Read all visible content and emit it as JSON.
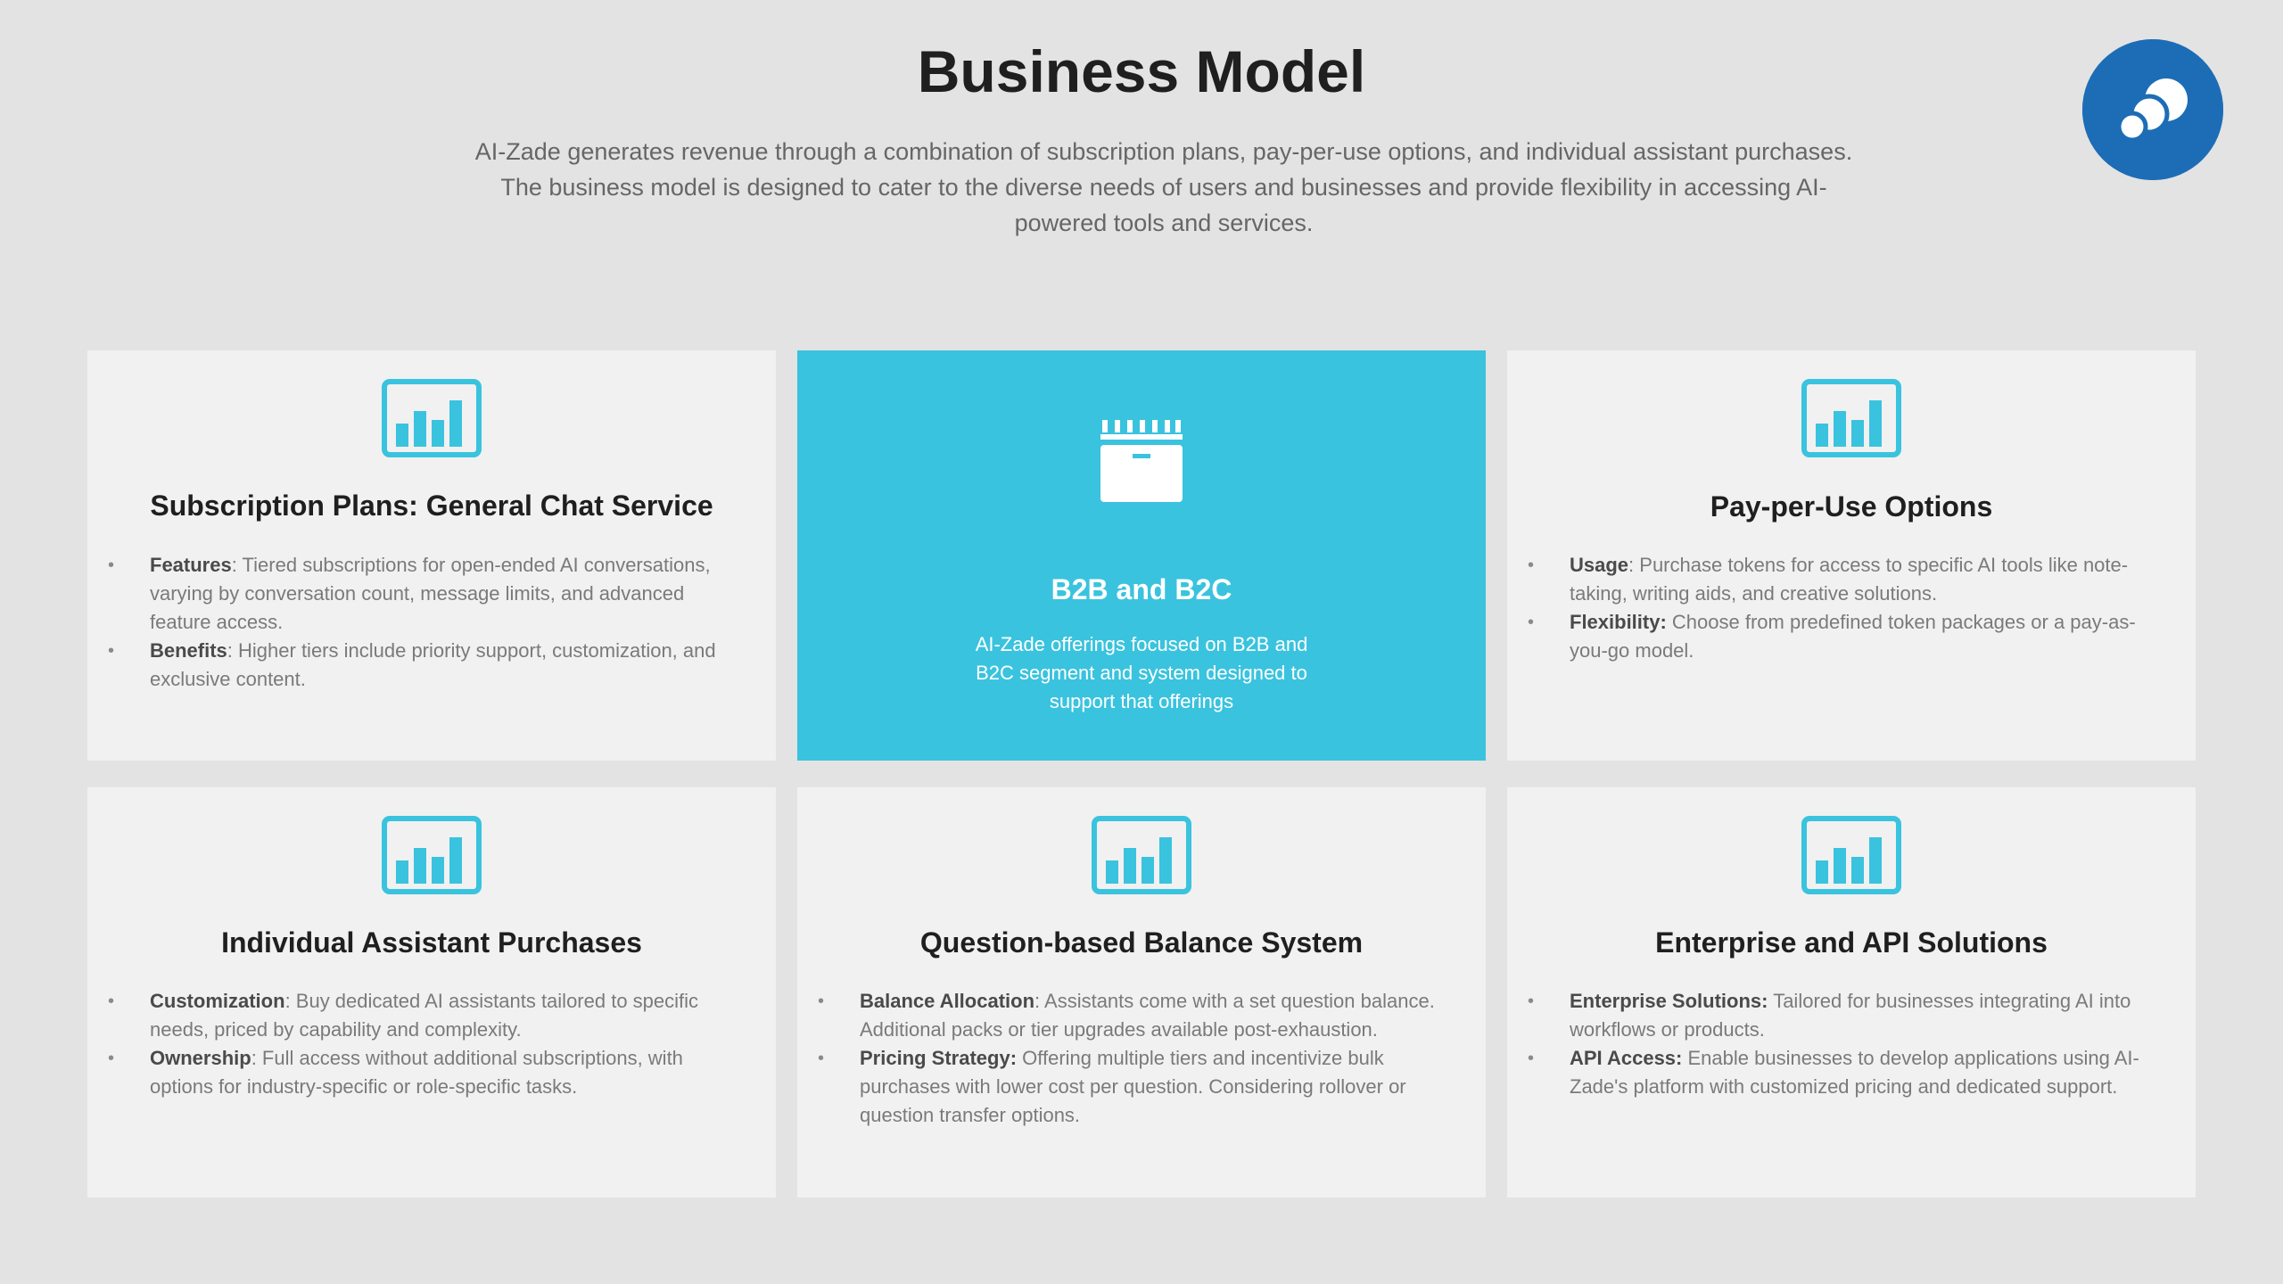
{
  "slide": {
    "title": "Business Model",
    "intro_lines": [
      "AI-Zade generates revenue through a combination of subscription plans, pay-per-use options, and individual assistant purchases.",
      "The business model is designed to cater to the diverse needs of users and businesses and provide flexibility in accessing AI-",
      "powered tools and services."
    ]
  },
  "colors": {
    "accent": "#3ac3de",
    "logo_bg": "#1c6db6",
    "card_bg": "#f1f1f1",
    "page_bg": "#e3e3e3"
  },
  "logo": {
    "icon": "logo-icon"
  },
  "cards": [
    {
      "title": "Subscription Plans: General Chat Service",
      "icon": "bar-chart-icon",
      "bullets": [
        {
          "label": "Features",
          "text": ": Tiered subscriptions for open-ended AI conversations, varying by conversation count, message limits, and advanced feature access."
        },
        {
          "label": "Benefits",
          "text": ": Higher tiers include priority support, customization, and exclusive content."
        }
      ]
    },
    {
      "title": "B2B and B2C",
      "icon": "store-icon",
      "desc_lines": [
        "AI-Zade offerings focused on B2B and",
        "B2C segment and system designed to",
        "support that offerings"
      ]
    },
    {
      "title": "Pay-per-Use Options",
      "icon": "bar-chart-icon",
      "bullets": [
        {
          "label": "Usage",
          "text": ": Purchase tokens for access to specific AI tools like note-taking, writing aids, and creative solutions."
        },
        {
          "label": "Flexibility:",
          "text": " Choose from predefined token packages or a pay-as-you-go model."
        }
      ]
    },
    {
      "title": "Individual Assistant Purchases",
      "icon": "bar-chart-icon",
      "bullets": [
        {
          "label": "Customization",
          "text": ": Buy dedicated AI assistants tailored to specific needs, priced by capability and complexity."
        },
        {
          "label": "Ownership",
          "text": ": Full access without additional subscriptions, with options for industry-specific or role-specific tasks."
        }
      ]
    },
    {
      "title": "Question-based Balance System",
      "icon": "bar-chart-icon",
      "bullets": [
        {
          "label": "Balance Allocation",
          "text": ": Assistants come with a set question balance. Additional packs or tier upgrades available post-exhaustion."
        },
        {
          "label": "Pricing Strategy:",
          "text": " Offering multiple tiers and incentivize bulk purchases with lower cost per question. Considering rollover or question transfer options."
        }
      ]
    },
    {
      "title": "Enterprise and API Solutions",
      "icon": "bar-chart-icon",
      "bullets": [
        {
          "label": "Enterprise Solutions:",
          "text": " Tailored for businesses integrating AI into workflows or products."
        },
        {
          "label": "API Access:",
          "text": " Enable businesses to develop applications using AI-Zade's platform with customized pricing and dedicated support."
        }
      ]
    }
  ]
}
